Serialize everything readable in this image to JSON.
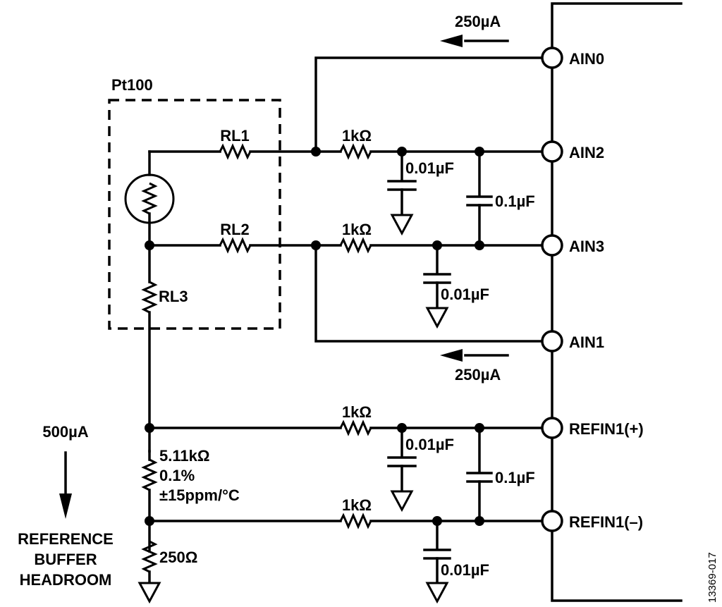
{
  "diagram": {
    "title": "Pt100 3-wire RTD measurement circuit",
    "sensor_label": "Pt100",
    "lead_resistors": [
      "RL1",
      "RL2",
      "RL3"
    ],
    "pins": {
      "ain0": "AIN0",
      "ain2": "AIN2",
      "ain3": "AIN3",
      "ain1": "AIN1",
      "refin_pos": "REFIN1(+)",
      "refin_neg": "REFIN1(–)"
    },
    "currents": {
      "ain0_current": "250µA",
      "ain1_current": "250µA",
      "total_current": "500µA"
    },
    "filter": {
      "res_ain2": "1kΩ",
      "res_ain3": "1kΩ",
      "res_ref_pos": "1kΩ",
      "res_ref_neg": "1kΩ",
      "cap_ain2_gnd": "0.01µF",
      "cap_ain3_gnd": "0.01µF",
      "cap_ain_diff": "0.1µF",
      "cap_ref_pos_gnd": "0.01µF",
      "cap_ref_neg_gnd": "0.01µF",
      "cap_ref_diff": "0.1µF"
    },
    "reference_resistor": {
      "value": "5.11kΩ",
      "tolerance": "0.1%",
      "tempco": "±15ppm/°C"
    },
    "headroom_resistor": "250Ω",
    "headroom_label": [
      "REFERENCE",
      "BUFFER",
      "HEADROOM"
    ],
    "figure_id": "13369-017"
  }
}
